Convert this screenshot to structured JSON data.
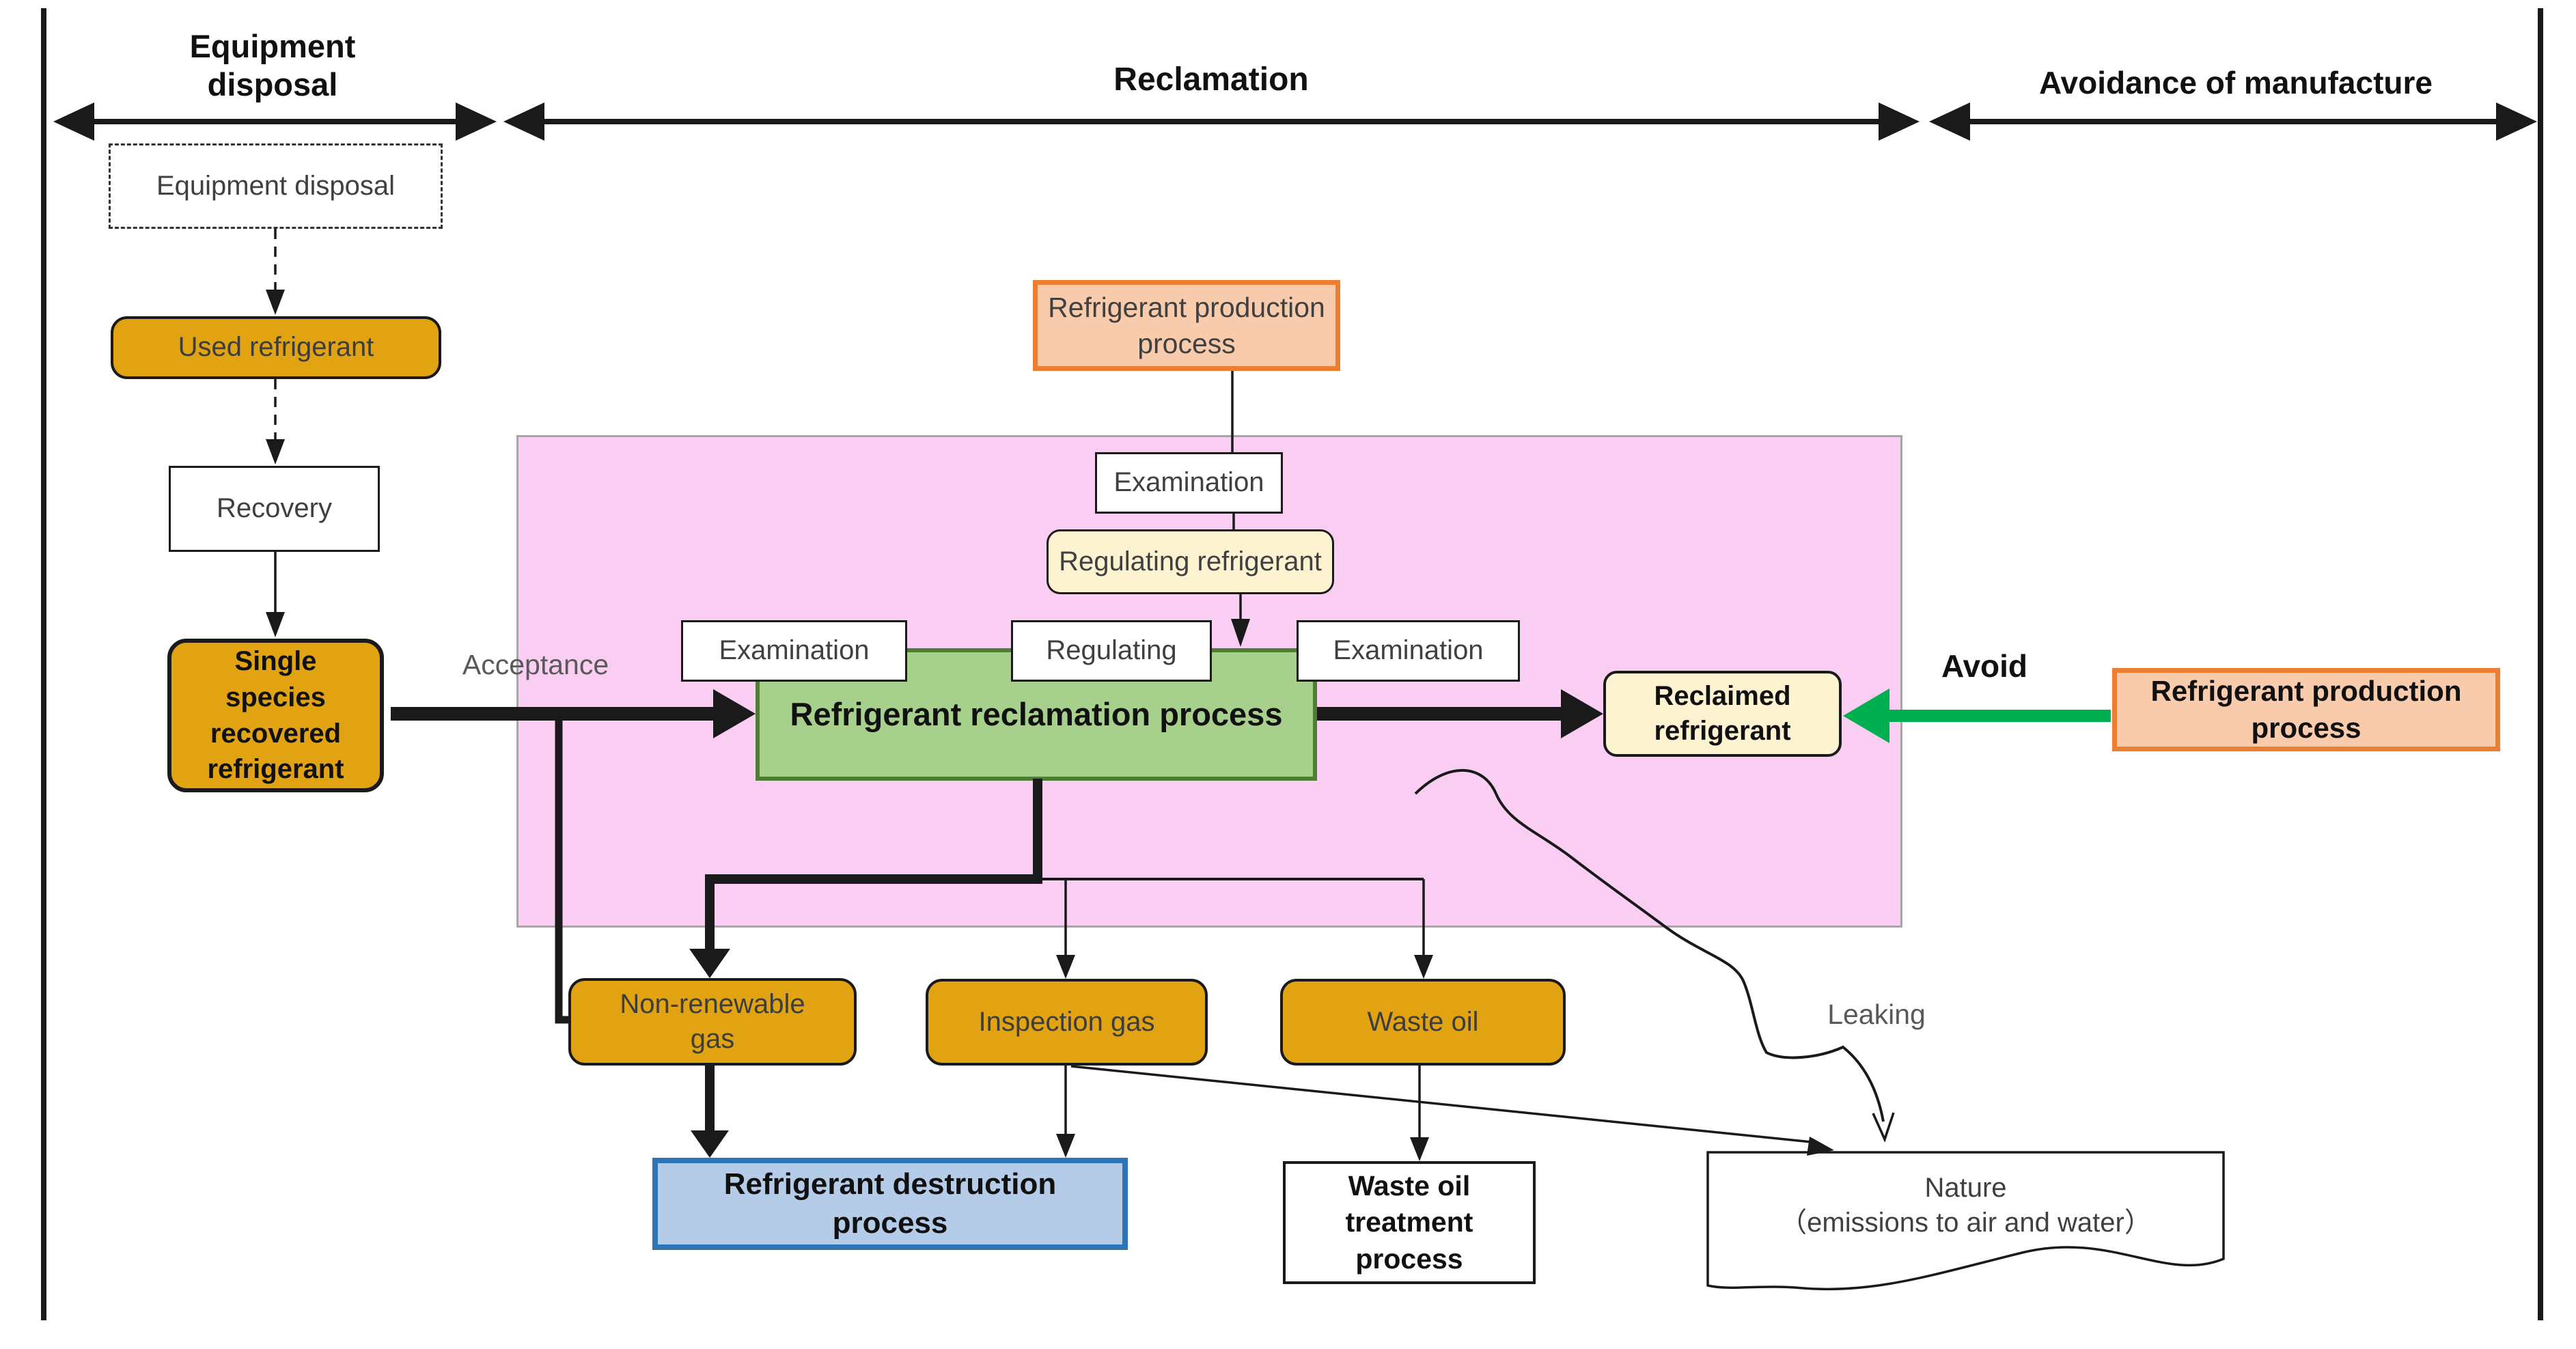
{
  "header": {
    "sections": [
      {
        "label": "Equipment\ndisposal"
      },
      {
        "label": "Reclamation"
      },
      {
        "label": "Avoidance of manufacture"
      }
    ]
  },
  "nodes": {
    "equipment_disposal": "Equipment disposal",
    "used_refrigerant": "Used refrigerant",
    "recovery": "Recovery",
    "single_species": "Single\nspecies\nrecovered\nrefrigerant",
    "production_top": "Refrigerant production\nprocess",
    "examination_top": "Examination",
    "regulating_refrigerant": "Regulating refrigerant",
    "examination_left": "Examination",
    "regulating": "Regulating",
    "examination_right": "Examination",
    "reclamation_process": "Refrigerant reclamation process",
    "reclaimed_refrigerant": "Reclaimed\nrefrigerant",
    "production_right": "Refrigerant production\nprocess",
    "non_renewable_gas": "Non-renewable\ngas",
    "inspection_gas": "Inspection gas",
    "waste_oil": "Waste oil",
    "destruction_process": "Refrigerant destruction\nprocess",
    "waste_oil_treatment": "Waste oil\ntreatment\nprocess",
    "nature": "Nature\n（emissions to air and water）"
  },
  "labels": {
    "acceptance": "Acceptance",
    "avoid": "Avoid",
    "leaking": "Leaking"
  },
  "colors": {
    "ink": "#1a1a1a",
    "gold": "#E2A312",
    "cream": "#FDF3D0",
    "peach": "#F8CBAD",
    "orange": "#ED7D31",
    "green_fill": "#A8D08D",
    "green_border": "#4E7E32",
    "blue_fill": "#B5CCE9",
    "blue_border": "#2E75B6",
    "pink_fill": "#FACDF3",
    "pink_border": "#A6A6A6",
    "arrow_green": "#00B050",
    "text_dark": "#404040",
    "text_gray": "#595959"
  }
}
